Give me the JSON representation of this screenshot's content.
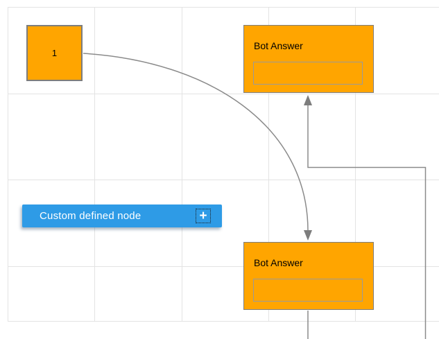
{
  "diagram": {
    "nodes": {
      "start": {
        "label": "1"
      },
      "bot_answer_top": {
        "title": "Bot Answer"
      },
      "bot_answer_bottom": {
        "title": "Bot Answer"
      },
      "custom": {
        "label": "Custom defined node",
        "add_icon": "+"
      }
    },
    "colors": {
      "node_fill": "#ffa500",
      "node_border": "#7d7d7d",
      "answer_box_border": "#9a9a9a",
      "custom_node_fill": "#2e9be6",
      "connector": "#8a8a8a",
      "arrowhead": "#7d7d7d",
      "grid_line": "#e3e3e3",
      "node_text": "#000000",
      "custom_node_text": "#ffffff"
    }
  }
}
